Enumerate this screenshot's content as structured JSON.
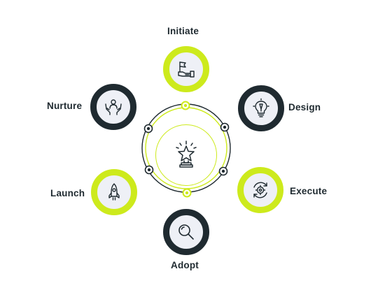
{
  "diagram": {
    "center": {
      "icon": "trophy-star-icon"
    },
    "stages": [
      {
        "key": "initiate",
        "label": "Initiate",
        "icon": "flag-hand-icon",
        "ring_color": "#cdea1c"
      },
      {
        "key": "design",
        "label": "Design",
        "icon": "lightbulb-pen-icon",
        "ring_color": "#1f2a30"
      },
      {
        "key": "execute",
        "label": "Execute",
        "icon": "gear-cycle-icon",
        "ring_color": "#cdea1c"
      },
      {
        "key": "adopt",
        "label": "Adopt",
        "icon": "magnifier-icon",
        "ring_color": "#1f2a30"
      },
      {
        "key": "launch",
        "label": "Launch",
        "icon": "rocket-icon",
        "ring_color": "#cdea1c"
      },
      {
        "key": "nurture",
        "label": "Nurture",
        "icon": "hands-person-icon",
        "ring_color": "#1f2a30"
      }
    ],
    "colors": {
      "accent": "#cdea1c",
      "dark": "#1f2a30",
      "node_fill": "#eef0f6"
    }
  }
}
